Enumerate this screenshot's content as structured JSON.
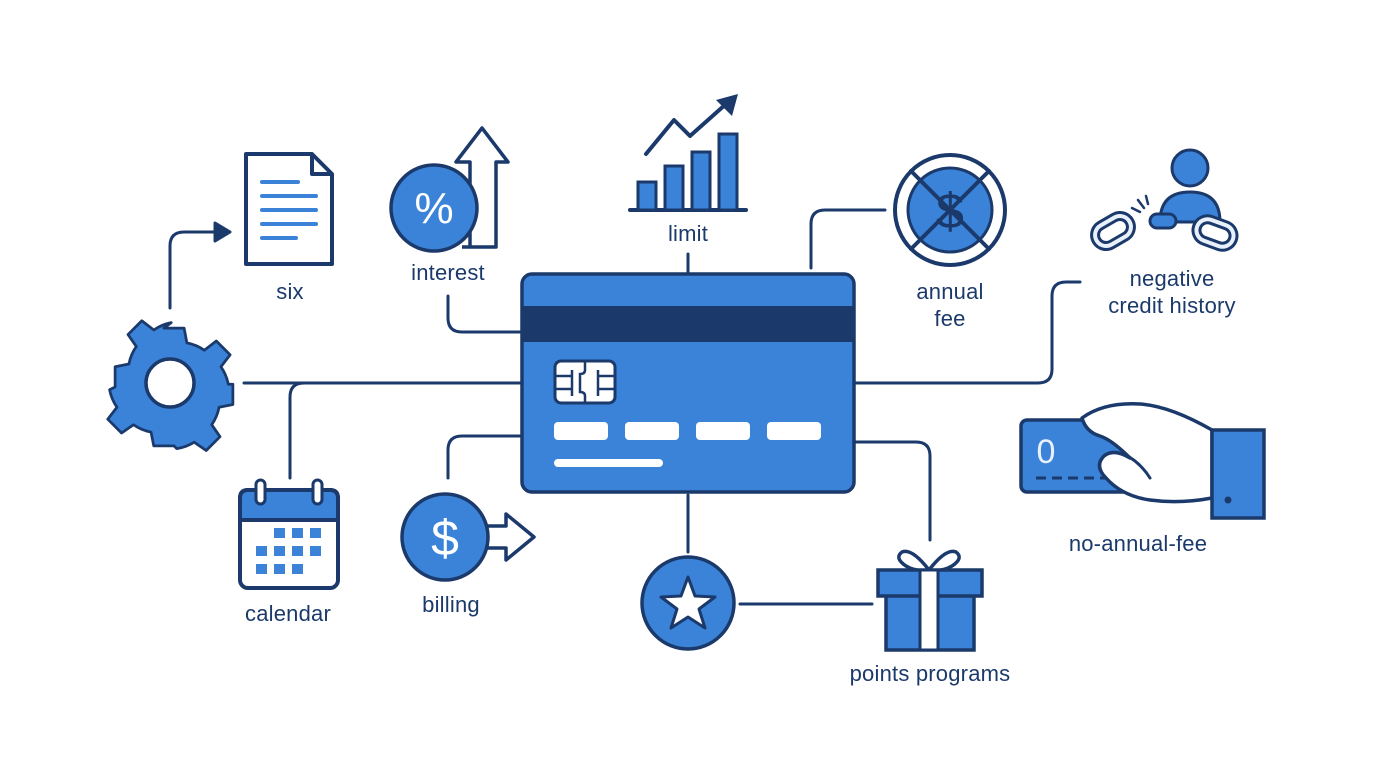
{
  "labels": {
    "six": "six",
    "interest": "interest",
    "limit": "limit",
    "annual_fee": [
      "annual",
      "fee"
    ],
    "negative_credit_history": [
      "negative",
      "credit history"
    ],
    "no_annual_fee": "no-annual-fee",
    "calendar": "calendar",
    "billing": "billing",
    "points_programs": "points programs"
  },
  "icons": {
    "document": "document-icon",
    "percent_arrow": "percent-up-arrow-icon",
    "chart": "bar-chart-up-icon",
    "no_dollar": "no-dollar-icon",
    "broken_chain": "person-broken-chain-icon",
    "gear": "gear-icon",
    "card": "credit-card-icon",
    "hand_card": "hand-holding-card-icon",
    "calendar": "calendar-icon",
    "dollar_arrow": "dollar-arrow-icon",
    "star": "star-icon",
    "gift": "gift-icon"
  },
  "glyphs": {
    "percent": "%",
    "dollar": "$",
    "zero": "0"
  },
  "colors": {
    "primary_blue": "#3a83d8",
    "navy": "#1b3a6b",
    "light_blue": "#5b9be6"
  }
}
